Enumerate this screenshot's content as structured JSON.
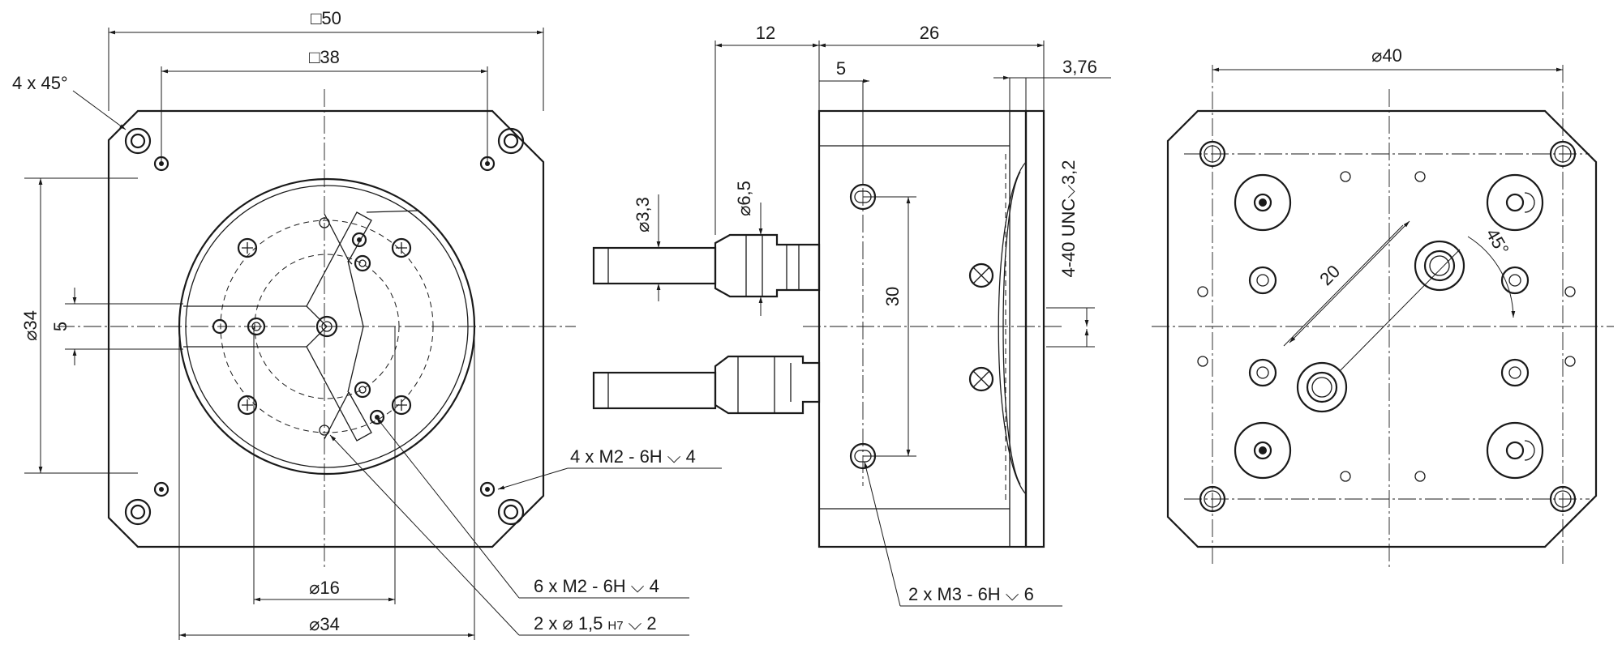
{
  "front_view": {
    "square_outer": "□50",
    "square_inner": "□38",
    "chamfer": "4 x 45°",
    "diameter_34_vertical": "⌀34",
    "offset_5": "5",
    "diameter_16": "⌀16",
    "diameter_34_bottom": "⌀34",
    "callout_m2_4x": "4 x M2 - 6H ⌵ 4",
    "callout_m2_6x": "6 x M2 - 6H ⌵ 4",
    "callout_pin_prefix": "2 x ⌀ 1,5",
    "callout_pin_tol": "H7",
    "callout_pin_suffix": "⌵ 2"
  },
  "side_view": {
    "dim_12": "12",
    "dim_26": "26",
    "dim_5": "5",
    "dim_376": "3,76",
    "shaft_dia_33": "⌀3,3",
    "shaft_dia_65": "⌀6,5",
    "thread_440": "4-40 UNC⌵3,2",
    "dim_30": "30",
    "callout_m3": "2 x M3 - 6H ⌵ 6"
  },
  "rear_view": {
    "diameter_40": "⌀40",
    "dim_20": "20",
    "angle_45": "45°"
  },
  "colors": {
    "line": "#1a1a1a",
    "background": "#ffffff"
  }
}
